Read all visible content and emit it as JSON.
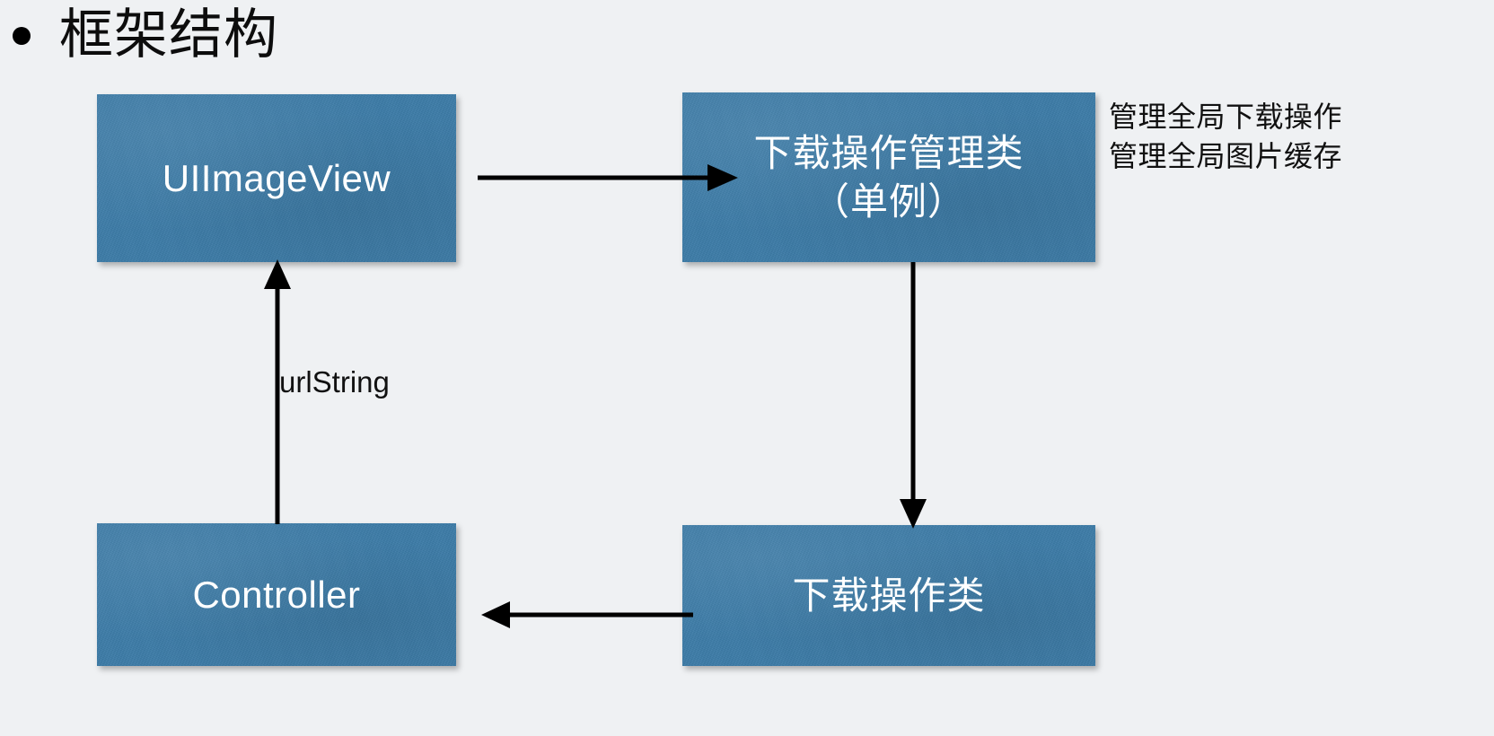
{
  "slide": {
    "title": "框架结构",
    "bullet_glyph": "•",
    "background_color": "#eff1f3",
    "node_fill_color": "#3c7ca8",
    "node_text_color": "#ffffff",
    "arrow_color": "#000000"
  },
  "nodes": [
    {
      "id": "uiimageview",
      "label": "UIImageView",
      "script": "latin"
    },
    {
      "id": "download-manager",
      "label": "下载操作管理类\n（单例）",
      "script": "cjk"
    },
    {
      "id": "controller",
      "label": "Controller",
      "script": "latin"
    },
    {
      "id": "download-operation",
      "label": "下载操作类",
      "script": "cjk"
    }
  ],
  "edges": [
    {
      "id": "imageview-to-manager",
      "from": "uiimageview",
      "to": "download-manager",
      "direction": "right",
      "label": ""
    },
    {
      "id": "manager-to-operation",
      "from": "download-manager",
      "to": "download-operation",
      "direction": "down",
      "label": ""
    },
    {
      "id": "operation-to-controller",
      "from": "download-operation",
      "to": "controller",
      "direction": "left",
      "label": ""
    },
    {
      "id": "controller-to-imageview",
      "from": "controller",
      "to": "uiimageview",
      "direction": "up",
      "label": "urlString"
    }
  ],
  "annotations": [
    {
      "id": "manager-responsibilities",
      "target": "download-manager",
      "lines": "管理全局下载操作\n管理全局图片缓存"
    }
  ]
}
